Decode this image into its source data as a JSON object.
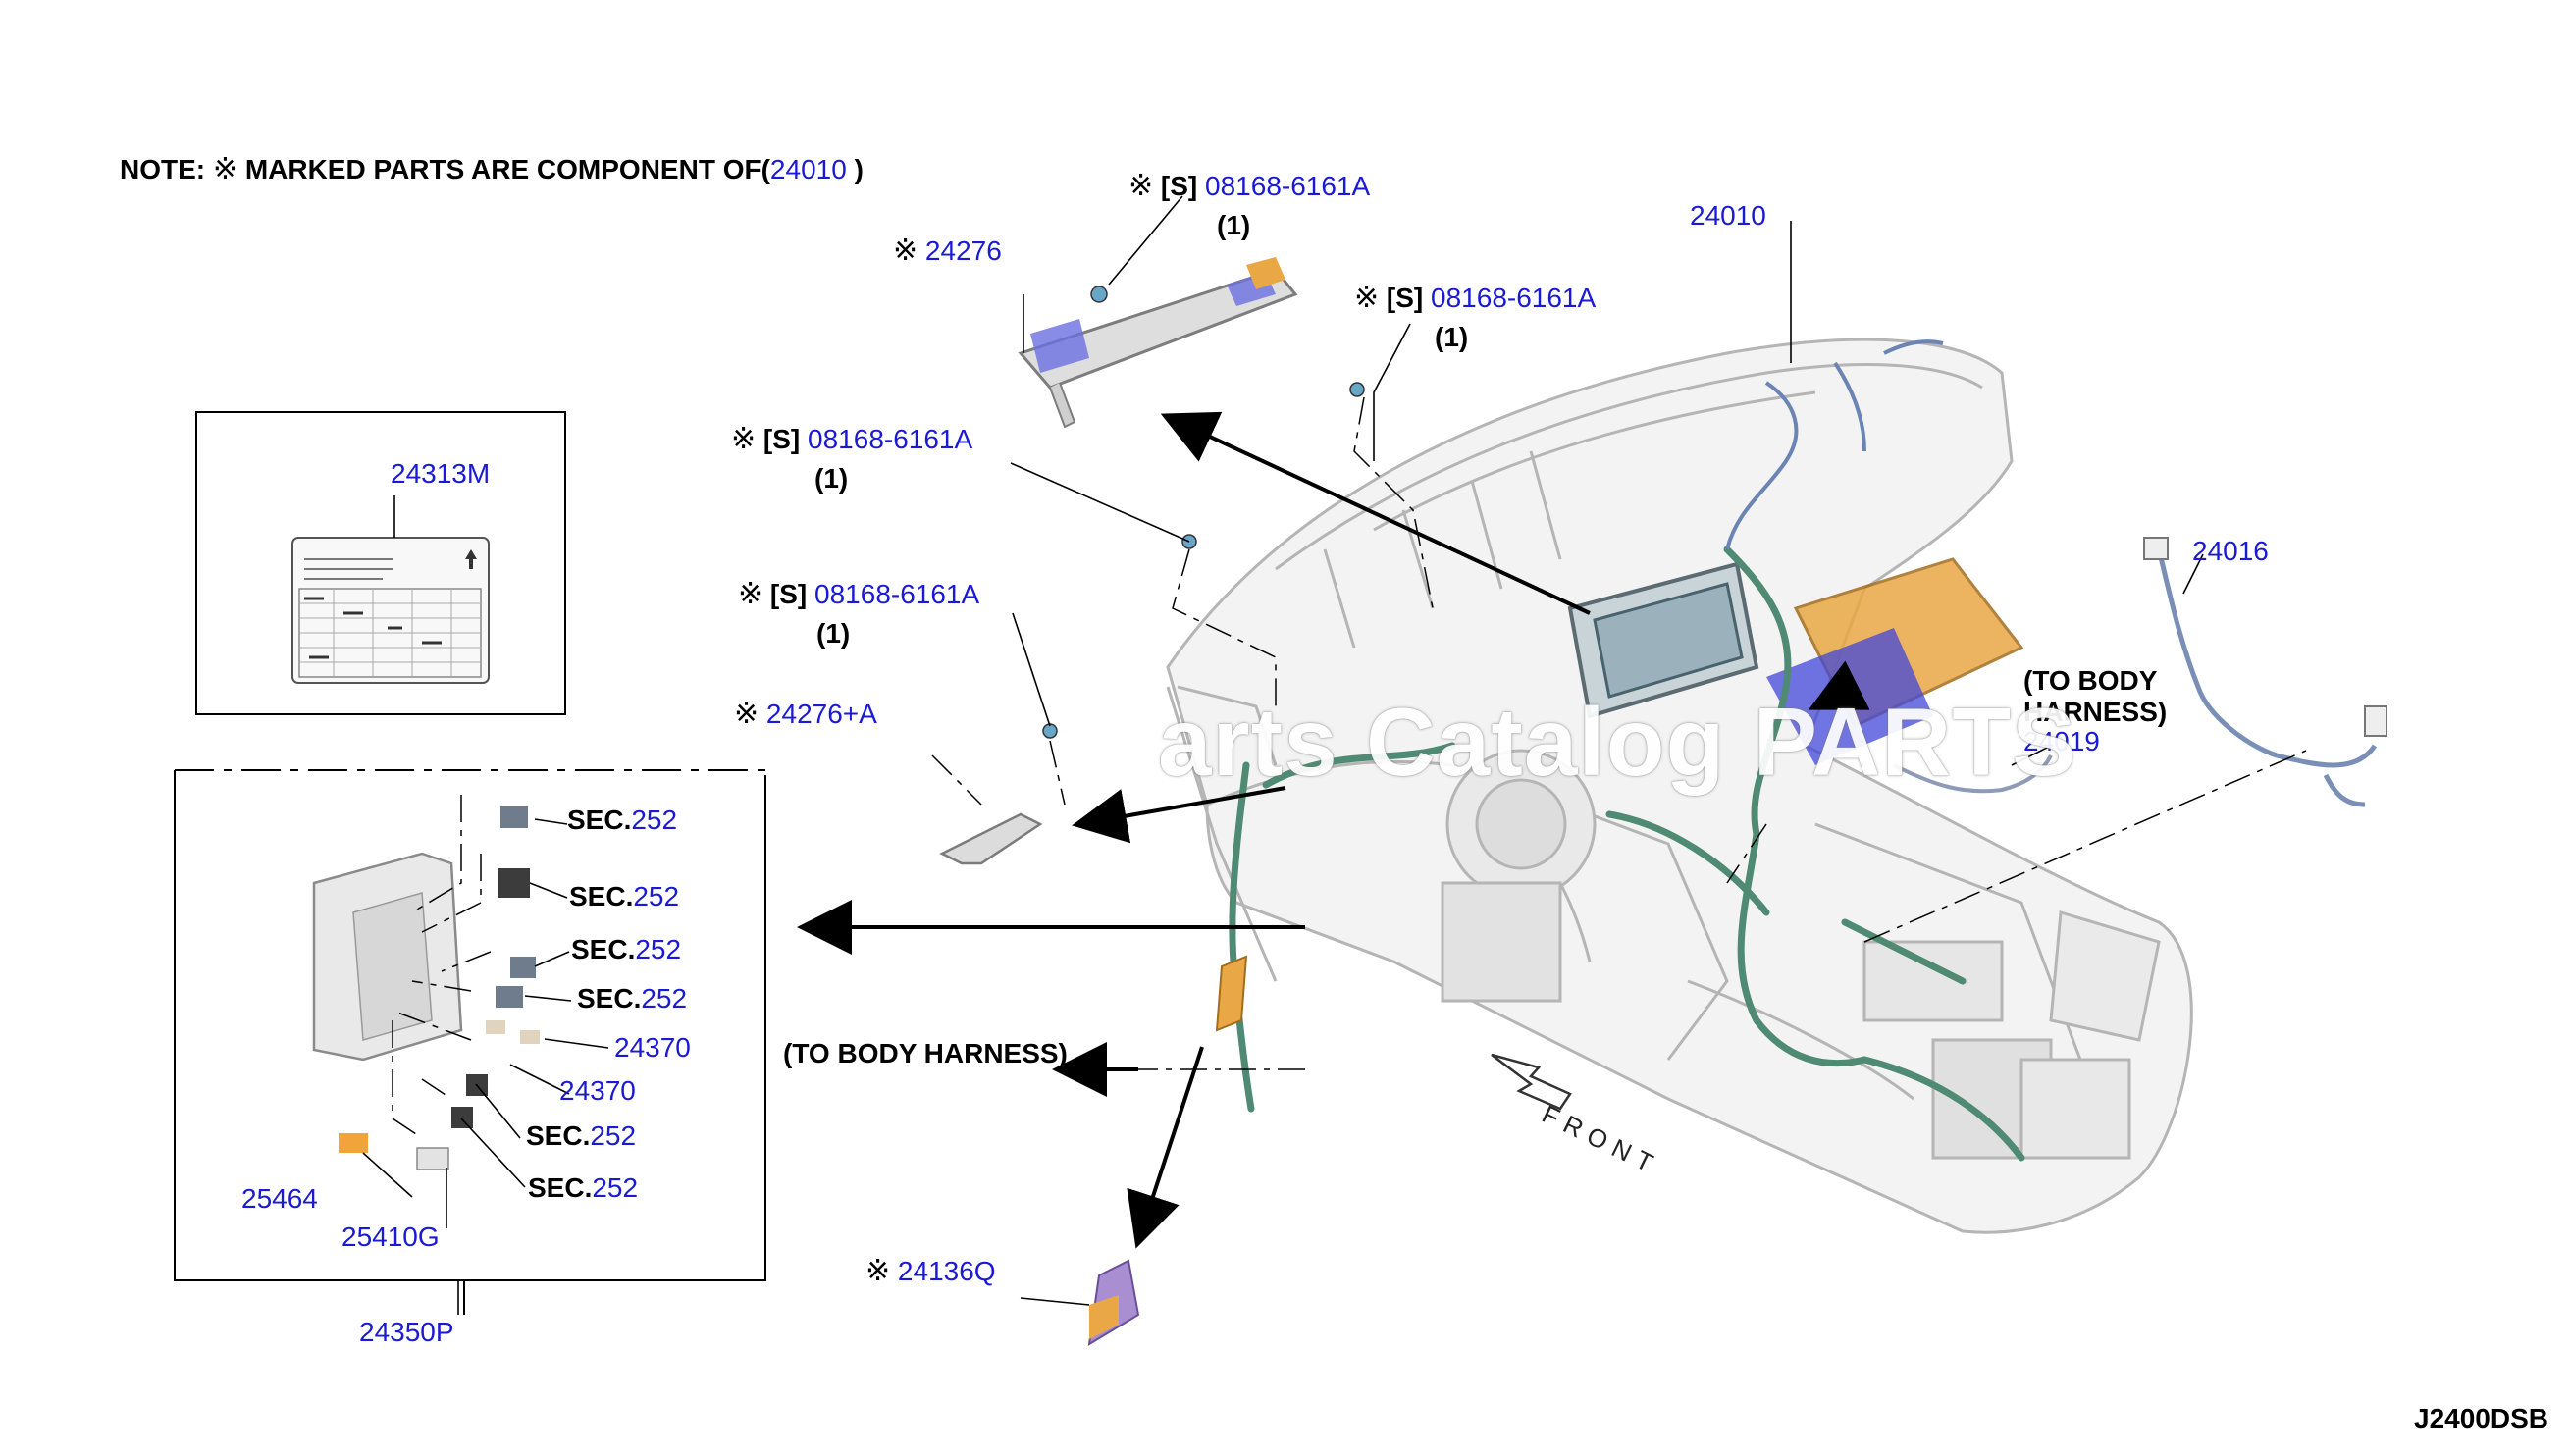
{
  "note": {
    "prefix": "NOTE:",
    "mark": "※",
    "text": "MARKED PARTS ARE COMPONENT OF(",
    "part": "24010",
    "suffix": ")"
  },
  "diagram_code": "J2400DSB",
  "watermark": "arts Catalog PARTS",
  "front_label": "FRONT",
  "parts": {
    "p24276": {
      "mark": "※",
      "num": "24276"
    },
    "bolt1": {
      "mark": "※",
      "tag": "[S]",
      "num": "08168-6161A",
      "qty": "(1)"
    },
    "bolt2": {
      "mark": "※",
      "tag": "[S]",
      "num": "08168-6161A",
      "qty": "(1)"
    },
    "bolt3": {
      "mark": "※",
      "tag": "[S]",
      "num": "08168-6161A",
      "qty": "(1)"
    },
    "bolt4": {
      "mark": "※",
      "tag": "[S]",
      "num": "08168-6161A",
      "qty": "(1)"
    },
    "p24010": {
      "num": "24010"
    },
    "p24016": {
      "num": "24016"
    },
    "p24313M": {
      "num": "24313M"
    },
    "p24276A": {
      "mark": "※",
      "num": "24276+A"
    },
    "to_body_1": {
      "text": "(TO BODY HARNESS)"
    },
    "p24019": {
      "num": "24019"
    },
    "to_body_2": {
      "text": "(TO BODY HARNESS)"
    },
    "p24136Q": {
      "mark": "※",
      "num": "24136Q"
    },
    "sec1": {
      "prefix": "SEC.",
      "num": "252"
    },
    "sec2": {
      "prefix": "SEC.",
      "num": "252"
    },
    "sec3": {
      "prefix": "SEC.",
      "num": "252"
    },
    "sec4": {
      "prefix": "SEC.",
      "num": "252"
    },
    "p24370a": {
      "num": "24370"
    },
    "p24370b": {
      "num": "24370"
    },
    "sec5": {
      "prefix": "SEC.",
      "num": "252"
    },
    "sec6": {
      "prefix": "SEC.",
      "num": "252"
    },
    "p25464": {
      "num": "25464"
    },
    "p25410G": {
      "num": "25410G"
    },
    "p24350P": {
      "num": "24350P"
    }
  },
  "colors": {
    "part_number": "#1a1ad6",
    "harness": "#4f8a74",
    "bracket": "#e8a63b",
    "highlight": "#3f44e0"
  }
}
